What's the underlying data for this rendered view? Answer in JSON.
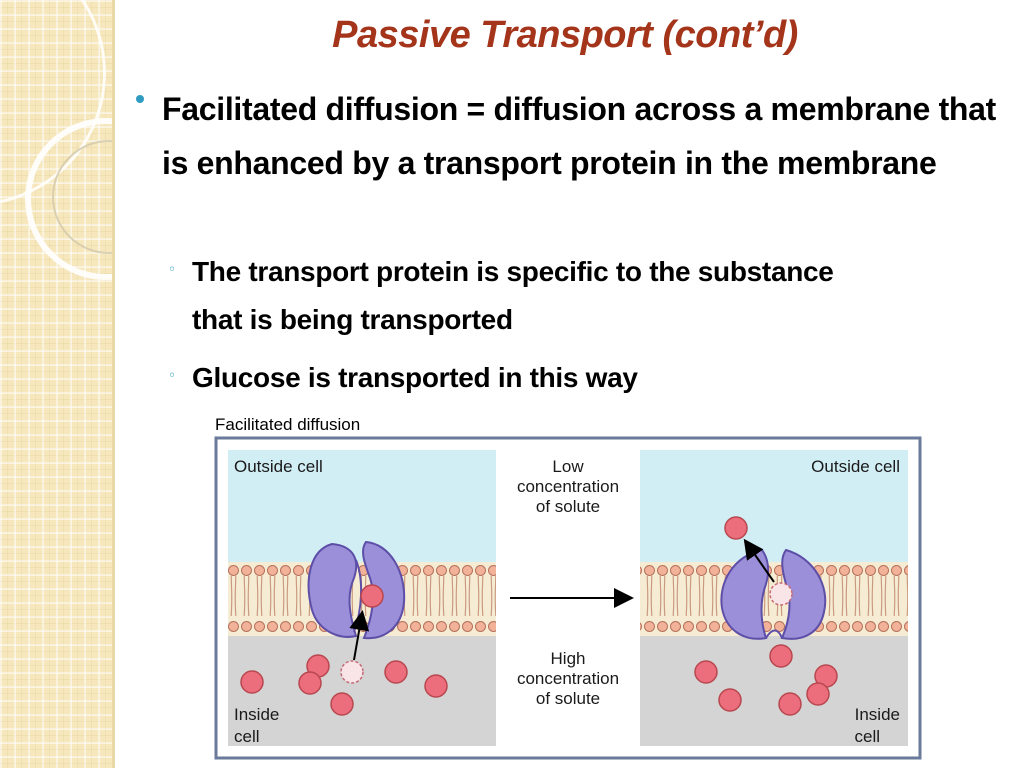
{
  "slide": {
    "title": "Passive Transport (cont’d)",
    "main_bullet": "Facilitated diffusion = diffusion across a membrane that is enhanced by a transport protein in the membrane",
    "sub_bullets": [
      "The transport protein is specific to the substance that is being transported",
      "Glucose is transported in this way"
    ],
    "colors": {
      "title": "#a4351b",
      "bullet": "#2f9bc0",
      "background_strip": "#f6e7bd"
    }
  },
  "figure": {
    "caption": "Facilitated diffusion",
    "left_panel": {
      "top_label": "Outside cell",
      "bottom_label": [
        "Inside",
        "cell"
      ]
    },
    "middle": {
      "top_label": [
        "Low",
        "concentration",
        "of solute"
      ],
      "bottom_label": [
        "High",
        "concentration",
        "of solute"
      ]
    },
    "right_panel": {
      "top_label": "Outside cell",
      "bottom_label": [
        "Inside",
        "cell"
      ]
    },
    "colors": {
      "outside": "#d2eef5",
      "inside": "#d4d4d4",
      "protein": "#9a8fd8",
      "solute": "#ec6e7c",
      "frame": "#6a7a9a"
    },
    "icons": [
      "transport-protein-icon",
      "solute-molecule-icon",
      "arrow-icon"
    ]
  }
}
